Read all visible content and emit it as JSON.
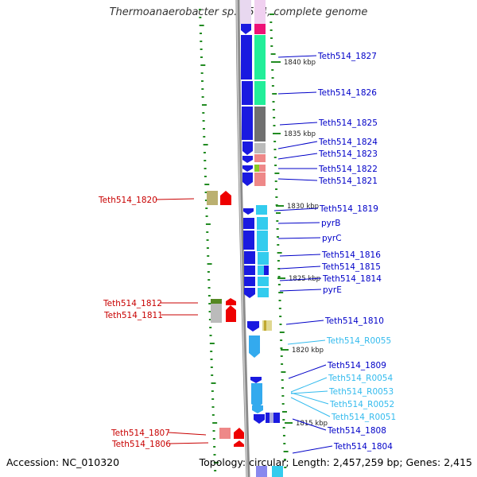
{
  "title": "Thermoanaerobacter sp. X514, complete genome",
  "accession_text": "Accession: NC_010320",
  "topology_text": "Topology: circular; Length: 2,457,259 bp; Genes: 2,415",
  "colors": {
    "label_forward": "#0000c8",
    "label_reverse": "#c80000",
    "label_rna": "#33bbee",
    "tick_green": "#228b22",
    "backbone": "#888888"
  },
  "scale_labels": [
    "1840 kbp",
    "1835 kbp",
    "1830 kbp",
    "1825 kbp",
    "1820 kbp",
    "1815 kbp"
  ],
  "gene_labels": [
    {
      "text": "Teth514_1827",
      "type": "forward"
    },
    {
      "text": "Teth514_1826",
      "type": "forward"
    },
    {
      "text": "Teth514_1825",
      "type": "forward"
    },
    {
      "text": "Teth514_1824",
      "type": "forward"
    },
    {
      "text": "Teth514_1823",
      "type": "forward"
    },
    {
      "text": "Teth514_1822",
      "type": "forward"
    },
    {
      "text": "Teth514_1821",
      "type": "forward"
    },
    {
      "text": "Teth514_1820",
      "type": "reverse"
    },
    {
      "text": "Teth514_1819",
      "type": "forward"
    },
    {
      "text": "pyrB",
      "type": "forward"
    },
    {
      "text": "pyrC",
      "type": "forward"
    },
    {
      "text": "Teth514_1816",
      "type": "forward"
    },
    {
      "text": "Teth514_1815",
      "type": "forward"
    },
    {
      "text": "Teth514_1814",
      "type": "forward"
    },
    {
      "text": "pyrE",
      "type": "forward"
    },
    {
      "text": "Teth514_1812",
      "type": "reverse"
    },
    {
      "text": "Teth514_1811",
      "type": "reverse"
    },
    {
      "text": "Teth514_1810",
      "type": "forward"
    },
    {
      "text": "Teth514_R0055",
      "type": "rna"
    },
    {
      "text": "Teth514_1809",
      "type": "forward"
    },
    {
      "text": "Teth514_R0054",
      "type": "rna"
    },
    {
      "text": "Teth514_R0053",
      "type": "rna"
    },
    {
      "text": "Teth514_R0052",
      "type": "rna"
    },
    {
      "text": "Teth514_R0051",
      "type": "rna"
    },
    {
      "text": "Teth514_1808",
      "type": "forward"
    },
    {
      "text": "Teth514_1807",
      "type": "reverse"
    },
    {
      "text": "Teth514_1806",
      "type": "reverse"
    },
    {
      "text": "Teth514_1804",
      "type": "forward"
    }
  ]
}
